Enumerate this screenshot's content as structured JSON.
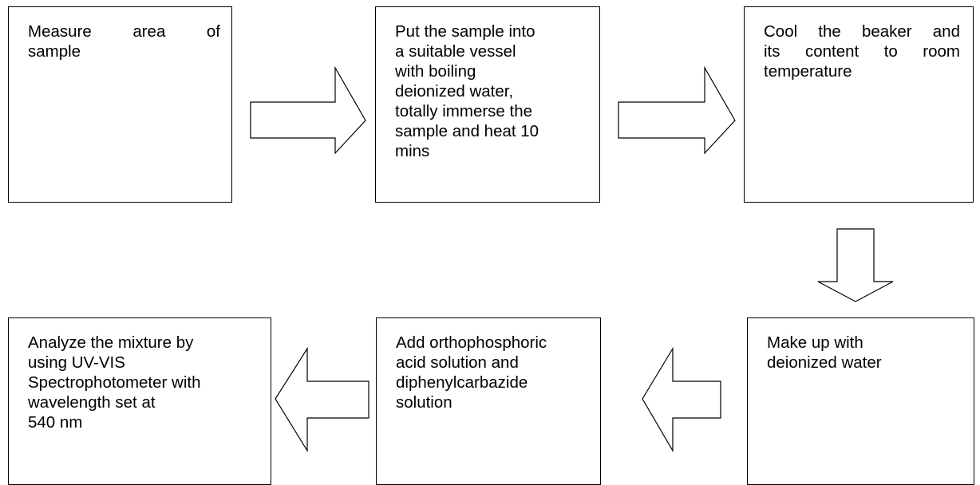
{
  "steps": [
    {
      "lines": [
        "Measure area of",
        "sample"
      ]
    },
    {
      "lines": [
        "Put the sample into",
        "a suitable vessel",
        "with boiling",
        "deionized water,",
        "totally immerse the",
        "sample and heat 10",
        "mins"
      ]
    },
    {
      "lines": [
        "Cool the beaker and",
        "its content to room",
        "temperature"
      ]
    },
    {
      "lines": [
        "Make up with",
        "deionized water"
      ]
    },
    {
      "lines": [
        "Add orthophosphoric",
        "acid solution and",
        "diphenylcarbazide",
        "solution"
      ]
    },
    {
      "lines": [
        "Analyze the mixture by",
        "using UV-VIS",
        "Spectrophotometer with",
        "wavelength set at",
        "540 nm"
      ]
    }
  ],
  "colors": {
    "stroke": "#000000",
    "fill": "#ffffff"
  }
}
